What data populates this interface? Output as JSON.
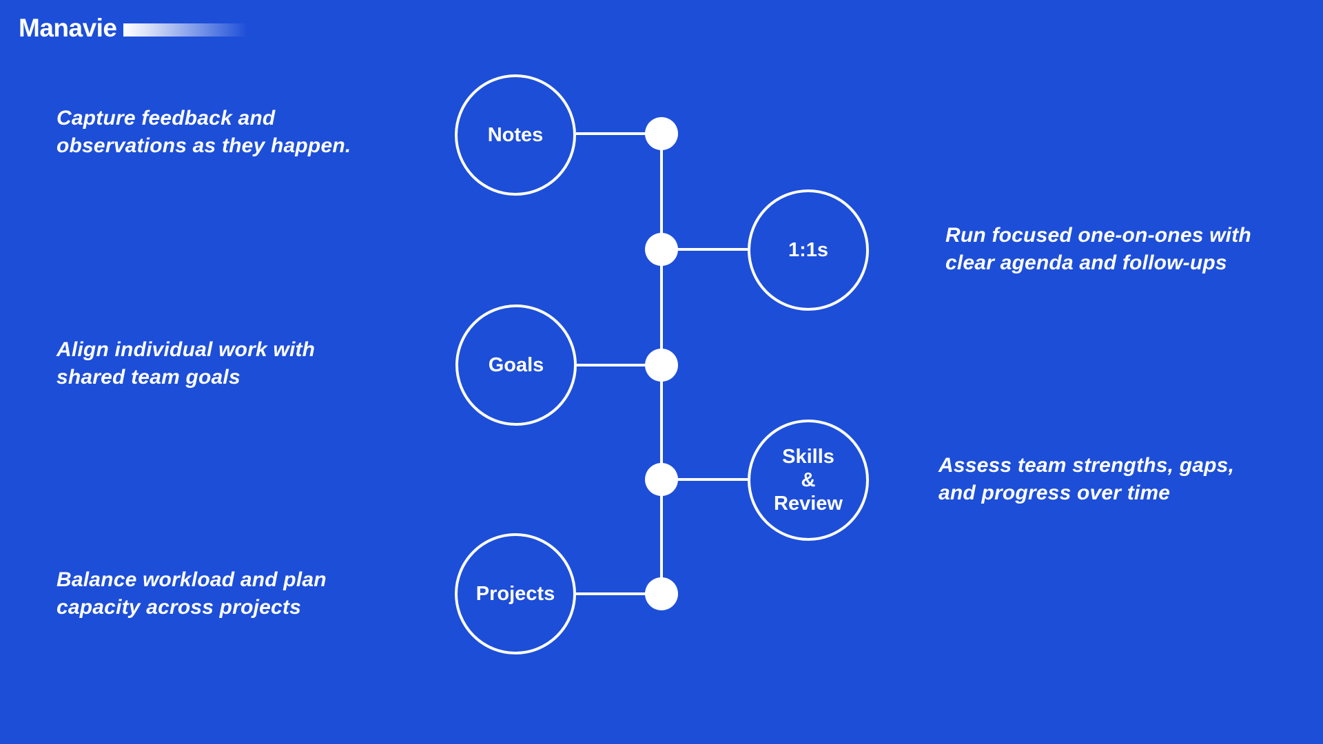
{
  "theme": {
    "background": "#1d4ed8",
    "foreground": "#ffffff"
  },
  "logo": {
    "text": "Manavie"
  },
  "diagram": {
    "nodes": [
      {
        "id": "notes",
        "lines": [
          "Notes"
        ]
      },
      {
        "id": "one-on-ones",
        "lines": [
          "1:1s"
        ]
      },
      {
        "id": "goals",
        "lines": [
          "Goals"
        ]
      },
      {
        "id": "skills-review",
        "lines": [
          "Skills",
          "&",
          "Review"
        ]
      },
      {
        "id": "projects",
        "lines": [
          "Projects"
        ]
      }
    ],
    "descriptions": [
      {
        "for": "notes",
        "line1": "Capture feedback and",
        "line2": "observations as they happen."
      },
      {
        "for": "one-on-ones",
        "line1": "Run focused one-on-ones with",
        "line2": "clear agenda and follow-ups"
      },
      {
        "for": "goals",
        "line1": "Align individual work with",
        "line2": "shared team goals"
      },
      {
        "for": "skills-review",
        "line1": "Assess team strengths, gaps,",
        "line2": "and progress over time"
      },
      {
        "for": "projects",
        "line1": "Balance workload and plan",
        "line2": "capacity across projects"
      }
    ]
  }
}
